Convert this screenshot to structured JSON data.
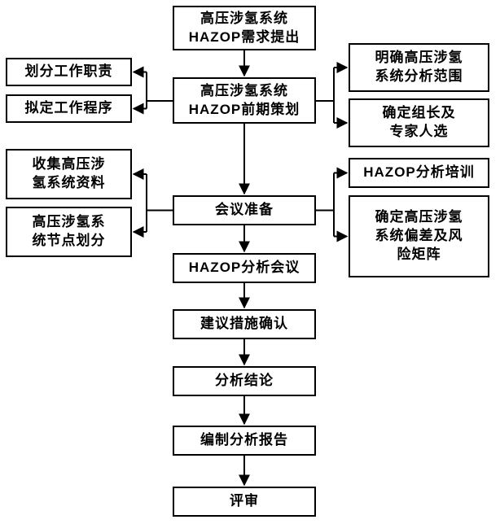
{
  "diagram": {
    "type": "flowchart",
    "language": "zh-CN",
    "nodes": {
      "n1": "高压涉氢系统\nHAZOP需求提出",
      "n2": "高压涉氢系统\nHAZOP前期策划",
      "n3": "会议准备",
      "n4": "HAZOP分析会议",
      "n5": "建议措施确认",
      "n6": "分析结论",
      "n7": "编制分析报告",
      "n8": "评审",
      "l1": "划分工作职责",
      "l2": "拟定工作程序",
      "l3": "收集高压涉\n氢系统资料",
      "l4": "高压涉氢系\n统节点划分",
      "r1": "明确高压涉氢\n系统分析范围",
      "r2": "确定组长及\n专家人选",
      "r3": "HAZOP分析培训",
      "r4": "确定高压涉氢\n系统偏差及风\n险矩阵"
    },
    "edges": [
      {
        "from": "n1",
        "to": "n2"
      },
      {
        "from": "n2",
        "to": "l1"
      },
      {
        "from": "n2",
        "to": "l2"
      },
      {
        "from": "n2",
        "to": "r1"
      },
      {
        "from": "n2",
        "to": "r2"
      },
      {
        "from": "n2",
        "to": "n3"
      },
      {
        "from": "n3",
        "to": "l3"
      },
      {
        "from": "n3",
        "to": "l4"
      },
      {
        "from": "n3",
        "to": "r3"
      },
      {
        "from": "n3",
        "to": "r4"
      },
      {
        "from": "n3",
        "to": "n4"
      },
      {
        "from": "n4",
        "to": "n5"
      },
      {
        "from": "n5",
        "to": "n6"
      },
      {
        "from": "n6",
        "to": "n7"
      },
      {
        "from": "n7",
        "to": "n8"
      }
    ],
    "colors": {
      "stroke": "#000000",
      "box_fill": "#ffffff",
      "background": "#ffffff"
    }
  }
}
